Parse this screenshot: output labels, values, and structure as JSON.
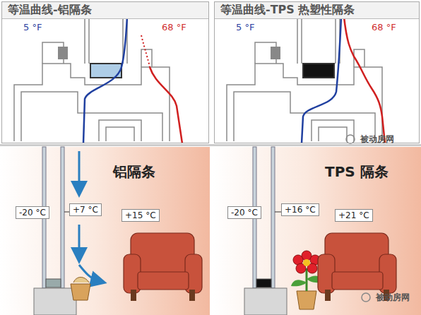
{
  "diagram": {
    "nodes": [
      {
        "text": [
          "等温曲线-铝隔条",
          "5 °F",
          "68 °F"
        ]
      },
      {
        "text": [
          "等温曲线-TPS 热塑性隔条",
          "5 °F",
          "68 °F"
        ]
      },
      {
        "text": [
          "铝隔条"
        ]
      },
      {
        "text": [
          "-20 °C"
        ],
        "in": 2
      },
      {
        "text": [
          "+7 °C"
        ],
        "in": 2
      },
      {
        "text": [
          "+15 °C"
        ],
        "in": 2
      },
      {
        "text": [
          "TPS 隔条"
        ]
      },
      {
        "text": [
          "-20 °C"
        ],
        "in": 6
      },
      {
        "text": [
          "+16 °C"
        ],
        "in": 6
      },
      {
        "text": [
          "+21 °C"
        ],
        "in": 6
      }
    ],
    "labels": [
      "被动房网",
      "被动房网"
    ]
  }
}
